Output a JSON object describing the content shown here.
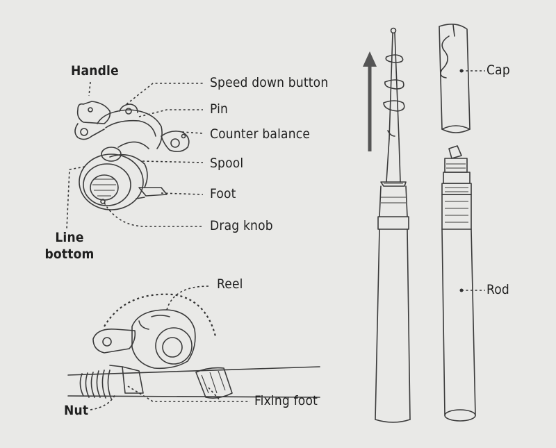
{
  "labels": {
    "handle": "Handle",
    "line_bottom_1": "Line",
    "line_bottom_2": "bottom",
    "speed_down_button": "Speed down button",
    "pin": "Pin",
    "counter_balance": "Counter balance",
    "spool": "Spool",
    "foot": "Foot",
    "drag_knob": "Drag knob",
    "reel": "Reel",
    "nut": "Nut",
    "fixing_foot": "Fixing foot",
    "cap": "Cap",
    "rod": "Rod"
  },
  "icons": [
    "fishing-reel-drawing",
    "reel-on-rod-drawing",
    "telescopic-rod-drawing",
    "pen-rod-drawing",
    "extend-arrow-icon"
  ],
  "colors": {
    "background": "#e9e9e7",
    "ink": "#1f1f1f",
    "arrow": "#555555"
  }
}
